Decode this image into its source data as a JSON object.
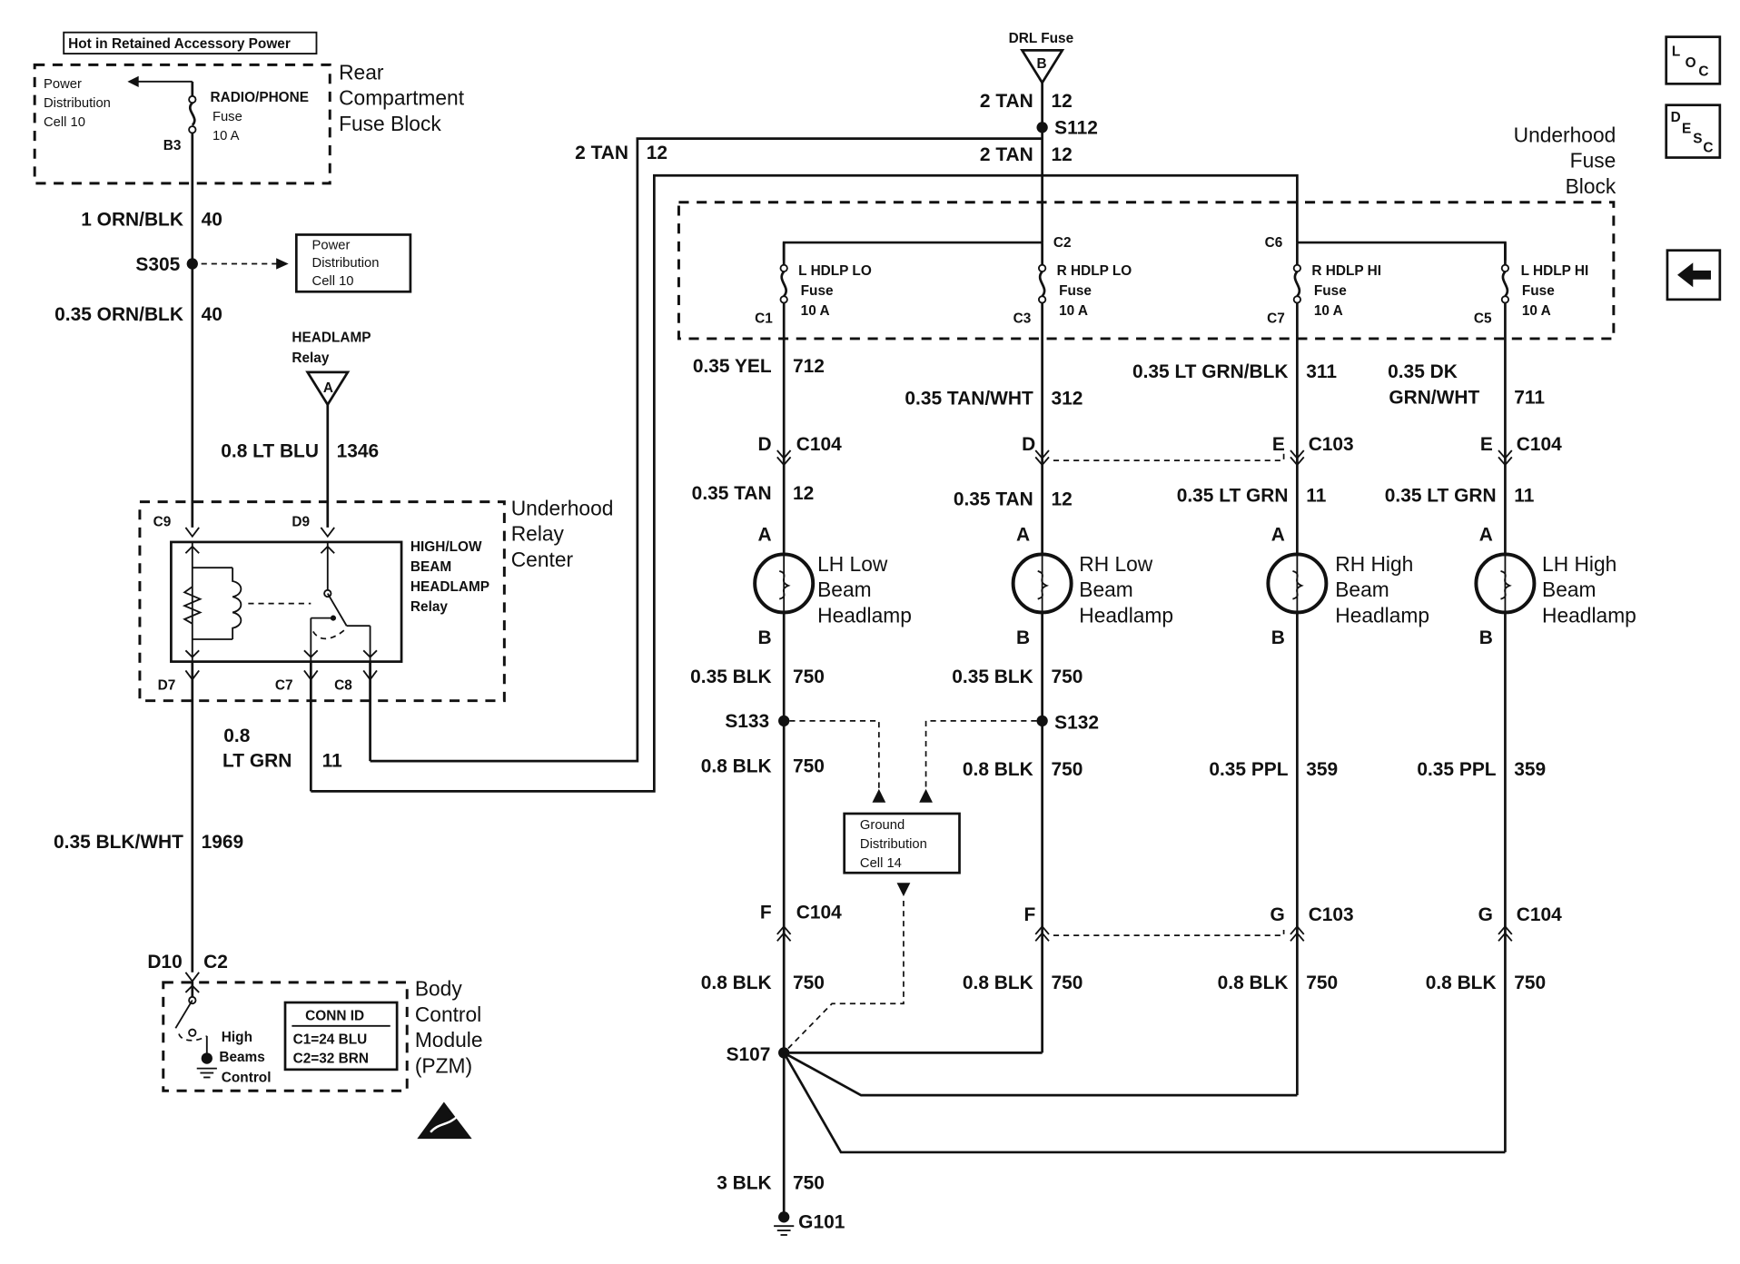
{
  "header_box": "Hot in Retained Accessory Power",
  "rear_fuse_block": {
    "title": [
      "Rear",
      "Compartment",
      "Fuse Block"
    ],
    "pdc_ref": [
      "Power",
      "Distribution",
      "Cell 10"
    ],
    "fuse_name": "RADIO/PHONE",
    "fuse_word": "Fuse",
    "fuse_rating": "10 A",
    "pin": "B3"
  },
  "wires": {
    "orn_blk_1": [
      "1 ORN/BLK",
      "40"
    ],
    "orn_blk_035": [
      "0.35 ORN/BLK",
      "40"
    ],
    "lt_blu": [
      "0.8 LT BLU",
      "1346"
    ],
    "lt_grn_08": [
      "0.8",
      "LT GRN",
      "11"
    ],
    "blk_wht": [
      "0.35 BLK/WHT",
      "1969"
    ],
    "tan_2_left": [
      "2 TAN",
      "12"
    ],
    "tan_2_top": [
      "2 TAN",
      "12"
    ],
    "tan_2_s112": [
      "2 TAN",
      "12"
    ],
    "yel": [
      "0.35 YEL",
      "712"
    ],
    "tan_wht": [
      "0.35 TAN/WHT",
      "312"
    ],
    "lt_grn_blk": [
      "0.35 LT GRN/BLK",
      "311"
    ],
    "dk_grn_wht": [
      "0.35 DK",
      "GRN/WHT",
      "711"
    ],
    "tan_035_a": [
      "0.35 TAN",
      "12"
    ],
    "tan_035_b": [
      "0.35 TAN",
      "12"
    ],
    "lt_grn_a": [
      "0.35 LT GRN",
      "11"
    ],
    "lt_grn_b": [
      "0.35 LT GRN",
      "11"
    ],
    "blk_035_a": [
      "0.35 BLK",
      "750"
    ],
    "blk_035_b": [
      "0.35 BLK",
      "750"
    ],
    "blk_08_a": [
      "0.8 BLK",
      "750"
    ],
    "blk_08_b": [
      "0.8 BLK",
      "750"
    ],
    "ppl_a": [
      "0.35 PPL",
      "359"
    ],
    "ppl_b": [
      "0.35 PPL",
      "359"
    ],
    "blk_08_c": [
      "0.8 BLK",
      "750"
    ],
    "blk_08_d": [
      "0.8 BLK",
      "750"
    ],
    "blk_08_e": [
      "0.8 BLK",
      "750"
    ],
    "blk_08_f": [
      "0.8 BLK",
      "750"
    ],
    "blk_3": [
      "3 BLK",
      "750"
    ]
  },
  "splices": {
    "s305": "S305",
    "s112": "S112",
    "s133": "S133",
    "s132": "S132",
    "s107": "S107"
  },
  "pdc_mid": [
    "Power",
    "Distribution",
    "Cell 10"
  ],
  "headlamp_relay_ref": [
    "HEADLAMP",
    "Relay",
    "A"
  ],
  "drl_fuse": [
    "DRL Fuse",
    "B"
  ],
  "relay_center": {
    "title": [
      "Underhood",
      "Relay",
      "Center"
    ],
    "relay_name": [
      "HIGH/LOW",
      "BEAM",
      "HEADLAMP",
      "Relay"
    ],
    "pins": {
      "c9": "C9",
      "d9": "D9",
      "d7": "D7",
      "c7": "C7",
      "c8": "C8"
    }
  },
  "underhood_fuse_block": {
    "title": [
      "Underhood",
      "Fuse",
      "Block"
    ],
    "fuses": [
      {
        "name": "L HDLP LO",
        "word": "Fuse",
        "rating": "10 A",
        "pin": "C1"
      },
      {
        "name": "R HDLP LO",
        "word": "Fuse",
        "rating": "10 A",
        "pin": "C3"
      },
      {
        "name": "R HDLP HI",
        "word": "Fuse",
        "rating": "10 A",
        "pin": "C7"
      },
      {
        "name": "L HDLP HI",
        "word": "Fuse",
        "rating": "10 A",
        "pin": "C5"
      }
    ],
    "bus_pins": {
      "c2": "C2",
      "c6": "C6"
    }
  },
  "connectors": {
    "top": [
      {
        "pin": "D",
        "conn": "C104"
      },
      {
        "pin": "D",
        "conn": ""
      },
      {
        "pin": "E",
        "conn": "C103"
      },
      {
        "pin": "E",
        "conn": "C104"
      }
    ],
    "lamp_top_pin": [
      "A",
      "A",
      "A",
      "A"
    ],
    "lamp_bottom_pin": [
      "B",
      "B",
      "B",
      "B"
    ],
    "bottom": [
      {
        "pin": "F",
        "conn": "C104"
      },
      {
        "pin": "F",
        "conn": ""
      },
      {
        "pin": "G",
        "conn": "C103"
      },
      {
        "pin": "G",
        "conn": "C104"
      }
    ]
  },
  "lamps": [
    [
      "LH Low",
      "Beam",
      "Headlamp"
    ],
    [
      "RH Low",
      "Beam",
      "Headlamp"
    ],
    [
      "RH High",
      "Beam",
      "Headlamp"
    ],
    [
      "LH High",
      "Beam",
      "Headlamp"
    ]
  ],
  "ground_distribution": [
    "Ground",
    "Distribution",
    "Cell 14"
  ],
  "ground": "G101",
  "bcm": {
    "pin_left": "D10",
    "pin_right": "C2",
    "title": [
      "Body",
      "Control",
      "Module",
      "(PZM)"
    ],
    "conn_id": [
      "CONN ID",
      "C1=24 BLU",
      "C2=32 BRN"
    ],
    "switch_label": [
      "High",
      "Beams",
      "Control"
    ]
  },
  "nav": {
    "loc": [
      "L",
      "O",
      "C"
    ],
    "desc": [
      "D",
      "E",
      "S",
      "C"
    ],
    "back_icon": "arrow-left-icon"
  }
}
